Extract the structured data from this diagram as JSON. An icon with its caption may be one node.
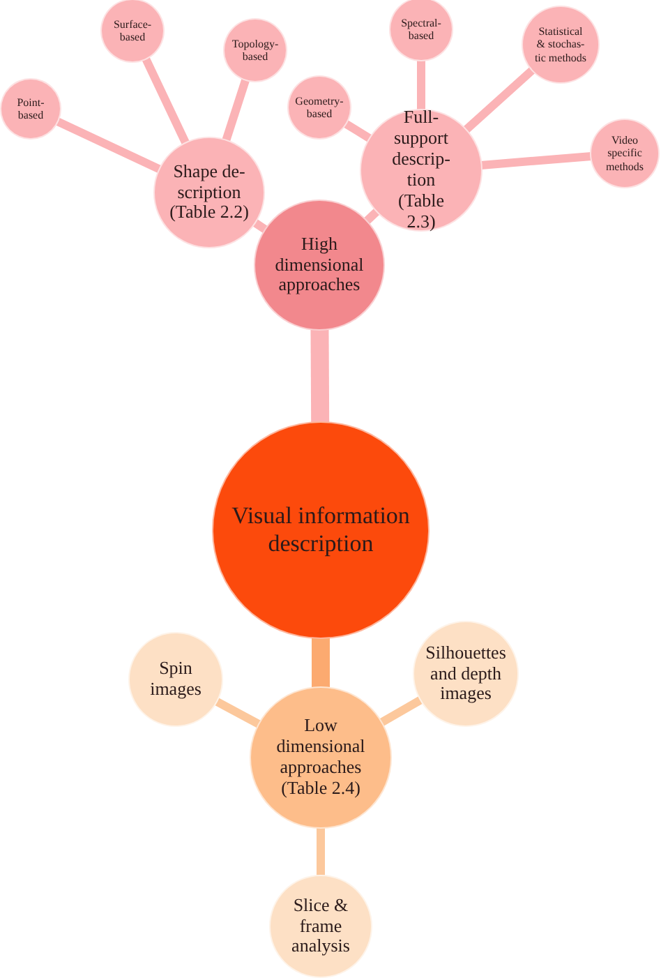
{
  "diagram": {
    "nodes": [
      {
        "text": [
          "Visual information description"
        ]
      },
      {
        "text": [
          "High dimensional approaches"
        ]
      },
      {
        "text": [
          "Shape de- scription (Table 2.2)"
        ]
      },
      {
        "text": [
          "Point-based"
        ]
      },
      {
        "text": [
          "Surface-based"
        ]
      },
      {
        "text": [
          "Topology-based"
        ]
      },
      {
        "text": [
          "Full-support descrip- tion (Table 2.3)"
        ]
      },
      {
        "text": [
          "Geometry-based"
        ]
      },
      {
        "text": [
          "Spectral-based"
        ]
      },
      {
        "text": [
          "Statistical & stochas- tic methods"
        ]
      },
      {
        "text": [
          "Video specific methods"
        ]
      },
      {
        "text": [
          "Low dimensional approaches (Table 2.4)"
        ]
      },
      {
        "text": [
          "Spin images"
        ]
      },
      {
        "text": [
          "Silhouettes and depth images"
        ]
      },
      {
        "text": [
          "Slice & frame analysis"
        ]
      }
    ],
    "edges": [
      {
        "from": 0,
        "to": 1,
        "arrow": "none",
        "style": "thick"
      },
      {
        "from": 1,
        "to": 2,
        "arrow": "none"
      },
      {
        "from": 1,
        "to": 6,
        "arrow": "none"
      },
      {
        "from": 2,
        "to": 3,
        "arrow": "none"
      },
      {
        "from": 2,
        "to": 4,
        "arrow": "none"
      },
      {
        "from": 2,
        "to": 5,
        "arrow": "none"
      },
      {
        "from": 6,
        "to": 7,
        "arrow": "none"
      },
      {
        "from": 6,
        "to": 8,
        "arrow": "none"
      },
      {
        "from": 6,
        "to": 9,
        "arrow": "none"
      },
      {
        "from": 6,
        "to": 10,
        "arrow": "none"
      },
      {
        "from": 0,
        "to": 11,
        "arrow": "none",
        "style": "thick",
        "color": "#fcaa70"
      },
      {
        "from": 11,
        "to": 12,
        "arrow": "none",
        "color": "#fcc89c"
      },
      {
        "from": 11,
        "to": 13,
        "arrow": "none",
        "color": "#fcc89c"
      },
      {
        "from": 11,
        "to": 14,
        "arrow": "none",
        "color": "#fcc89c"
      }
    ]
  }
}
